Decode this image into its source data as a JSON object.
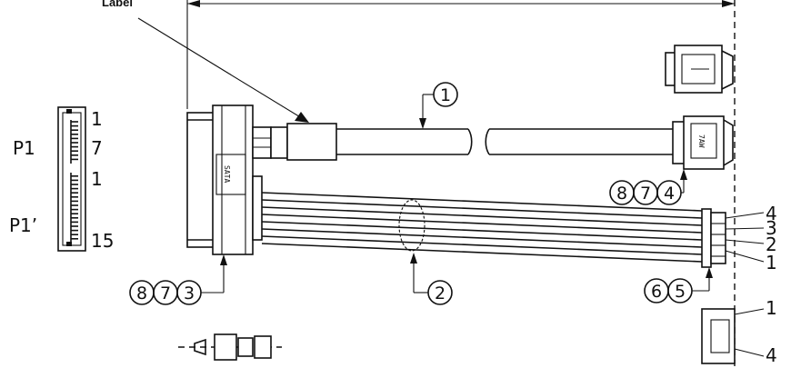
{
  "label_text": "Label",
  "sata_text": "SATA",
  "small_conn_text": "7AW",
  "pin_labels": {
    "p1": "P1",
    "p1_prime": "P1’",
    "p1_start": "1",
    "p1_end": "7",
    "p1p_start": "1",
    "p1p_end": "15"
  },
  "wire_numbers": [
    "4",
    "3",
    "2",
    "1"
  ],
  "end_view_labels": {
    "top": "1",
    "bottom": "4"
  },
  "callouts": {
    "cable": "1",
    "wires": "2",
    "main_conn": [
      "8",
      "7",
      "3"
    ],
    "sata_end": [
      "8",
      "7",
      "4"
    ],
    "power_end": [
      "6",
      "5"
    ]
  }
}
